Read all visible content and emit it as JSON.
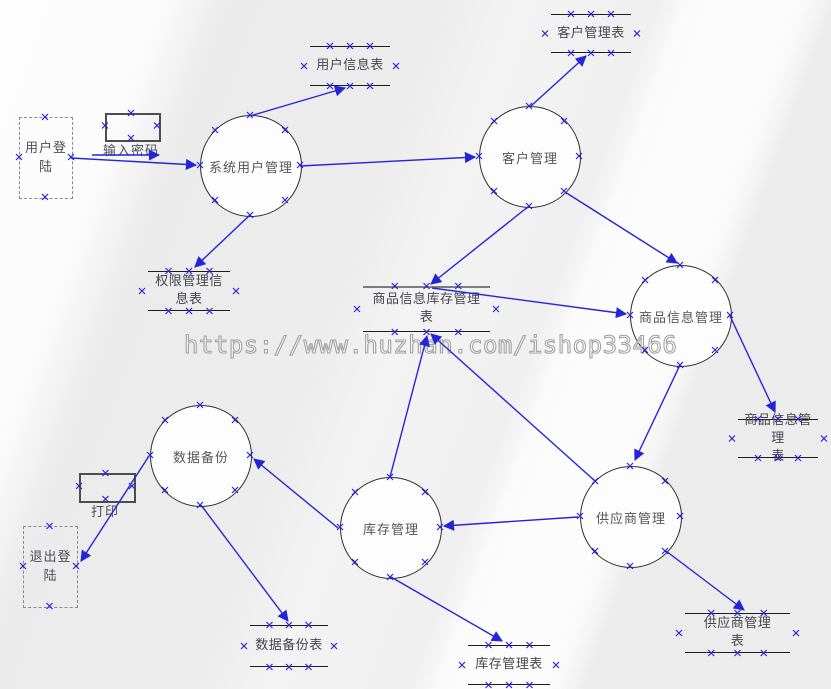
{
  "watermark": "https://www.huzhan.com/ishop33466",
  "colors": {
    "connector": "#2525d8",
    "handle": "#2525d8",
    "shape_outline": "#2d2d2d",
    "shape_text": "#55555f",
    "watermark_outline": "#a2a2a2"
  },
  "processes": [
    {
      "id": "system-user-management",
      "label": "系统用户管理"
    },
    {
      "id": "customer-management",
      "label": "客户管理"
    },
    {
      "id": "product-info-management",
      "label": "商品信息管理"
    },
    {
      "id": "data-backup",
      "label": "数据备份"
    },
    {
      "id": "inventory-management",
      "label": "库存管理"
    },
    {
      "id": "supplier-management",
      "label": "供应商管理"
    }
  ],
  "external_entities": [
    {
      "id": "user-login",
      "label": "用户登\n陆"
    },
    {
      "id": "logout",
      "label": "退出登\n陆"
    }
  ],
  "actions": [
    {
      "id": "enter-password",
      "label": "输入密码"
    },
    {
      "id": "print",
      "label": "打印"
    }
  ],
  "data_stores": [
    {
      "id": "user-info-table",
      "label": "用户信息表"
    },
    {
      "id": "customer-management-table",
      "label": "客户管理表"
    },
    {
      "id": "permission-info-table",
      "label": "权限管理信\n息表"
    },
    {
      "id": "product-inventory-table",
      "label": "商品信息库存管理\n表"
    },
    {
      "id": "product-info-table",
      "label": "商品信息管\n理\n表"
    },
    {
      "id": "data-backup-table",
      "label": "数据备份表"
    },
    {
      "id": "inventory-table",
      "label": "库存管理表"
    },
    {
      "id": "supplier-table",
      "label": "供应商管理\n表"
    }
  ]
}
